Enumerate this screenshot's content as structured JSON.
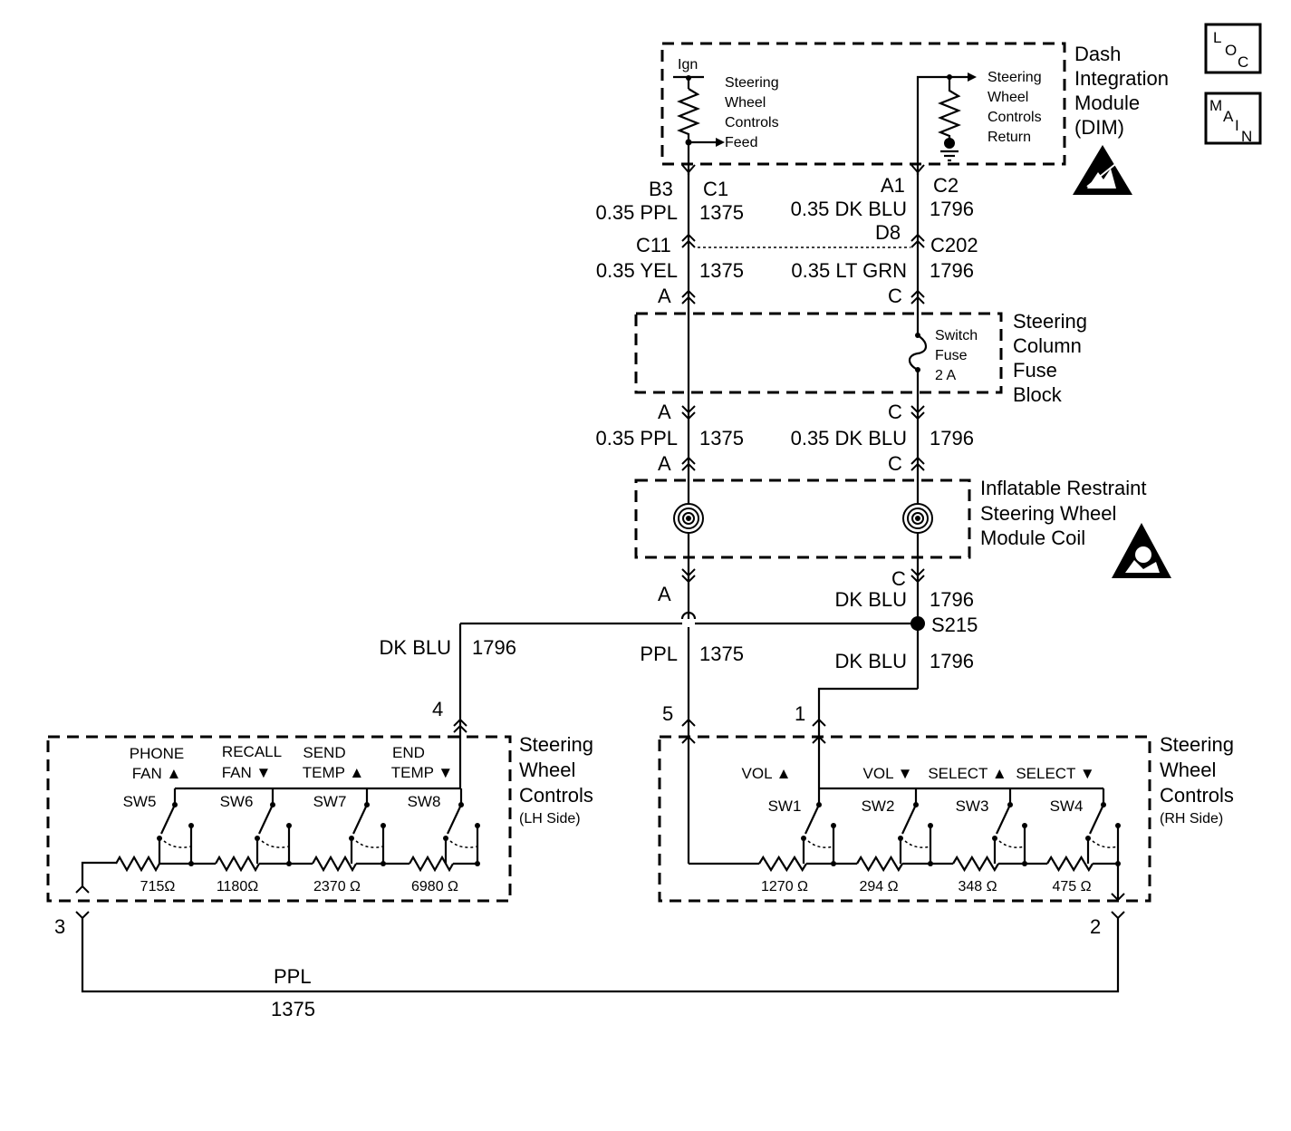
{
  "badges": {
    "loc": [
      "L",
      "O",
      "C"
    ],
    "main": [
      "M",
      "A",
      "I",
      "N"
    ]
  },
  "dim": {
    "title": [
      "Dash",
      "Integration",
      "Module",
      "(DIM)"
    ],
    "ign": "Ign",
    "feed_label": [
      "Steering",
      "Wheel",
      "Controls",
      "Feed"
    ],
    "return_label": [
      "Steering",
      "Wheel",
      "Controls",
      "Return"
    ],
    "esd_icon": "esd-sensitive-icon"
  },
  "connectors": {
    "b3": "B3",
    "c1": "C1",
    "a1": "A1",
    "c2": "C2",
    "c11": "C11",
    "d8": "D8",
    "c202": "C202",
    "a_top": "A",
    "c_top": "C",
    "a_mid": "A",
    "c_mid": "C",
    "a_low": "A",
    "c_low": "C",
    "a_bot": "A",
    "c_bot": "C",
    "pin4": "4",
    "pin5": "5",
    "pin1": "1",
    "pin3": "3",
    "pin2": "2"
  },
  "wires": {
    "w1_color": "0.35 PPL",
    "w1_num": "1375",
    "w2_color": "0.35 DK BLU",
    "w2_num": "1796",
    "w3_color": "0.35 YEL",
    "w3_num": "1375",
    "w4_color": "0.35 LT GRN",
    "w4_num": "1796",
    "w5_color": "0.35 PPL",
    "w5_num": "1375",
    "w6_color": "0.35 DK BLU",
    "w6_num": "1796",
    "w7_color": "DK BLU",
    "w7_num": "1796",
    "splice": "S215",
    "w8_color": "DK BLU",
    "w8_num": "1796",
    "w9_color": "PPL",
    "w9_num": "1375",
    "w10_color": "DK BLU",
    "w10_num": "1796",
    "w11_color": "PPL",
    "w11_num": "1375"
  },
  "fuse_block": {
    "title": [
      "Steering",
      "Column",
      "Fuse",
      "Block"
    ],
    "fuse": [
      "Switch",
      "Fuse",
      "2 A"
    ]
  },
  "coil": {
    "title": [
      "Inflatable Restraint",
      "Steering Wheel",
      "Module Coil"
    ],
    "airbag_icon": "airbag-warning-icon"
  },
  "lh": {
    "title": [
      "Steering",
      "Wheel",
      "Controls"
    ],
    "sub": "(LH Side)",
    "labels": [
      [
        "PHONE",
        "FAN ▲"
      ],
      [
        "RECALL",
        "FAN ▼"
      ],
      [
        "SEND",
        "TEMP ▲"
      ],
      [
        "END",
        "TEMP ▼"
      ]
    ],
    "switches": [
      "SW5",
      "SW6",
      "SW7",
      "SW8"
    ],
    "resistors": [
      "715Ω",
      "1180Ω",
      "2370 Ω",
      "6980 Ω"
    ]
  },
  "rh": {
    "title": [
      "Steering",
      "Wheel",
      "Controls"
    ],
    "sub": "(RH Side)",
    "labels": [
      "VOL ▲",
      "VOL ▼",
      "SELECT ▲",
      "SELECT ▼"
    ],
    "switches": [
      "SW1",
      "SW2",
      "SW3",
      "SW4"
    ],
    "resistors": [
      "1270 Ω",
      "294 Ω",
      "348 Ω",
      "475 Ω"
    ]
  }
}
